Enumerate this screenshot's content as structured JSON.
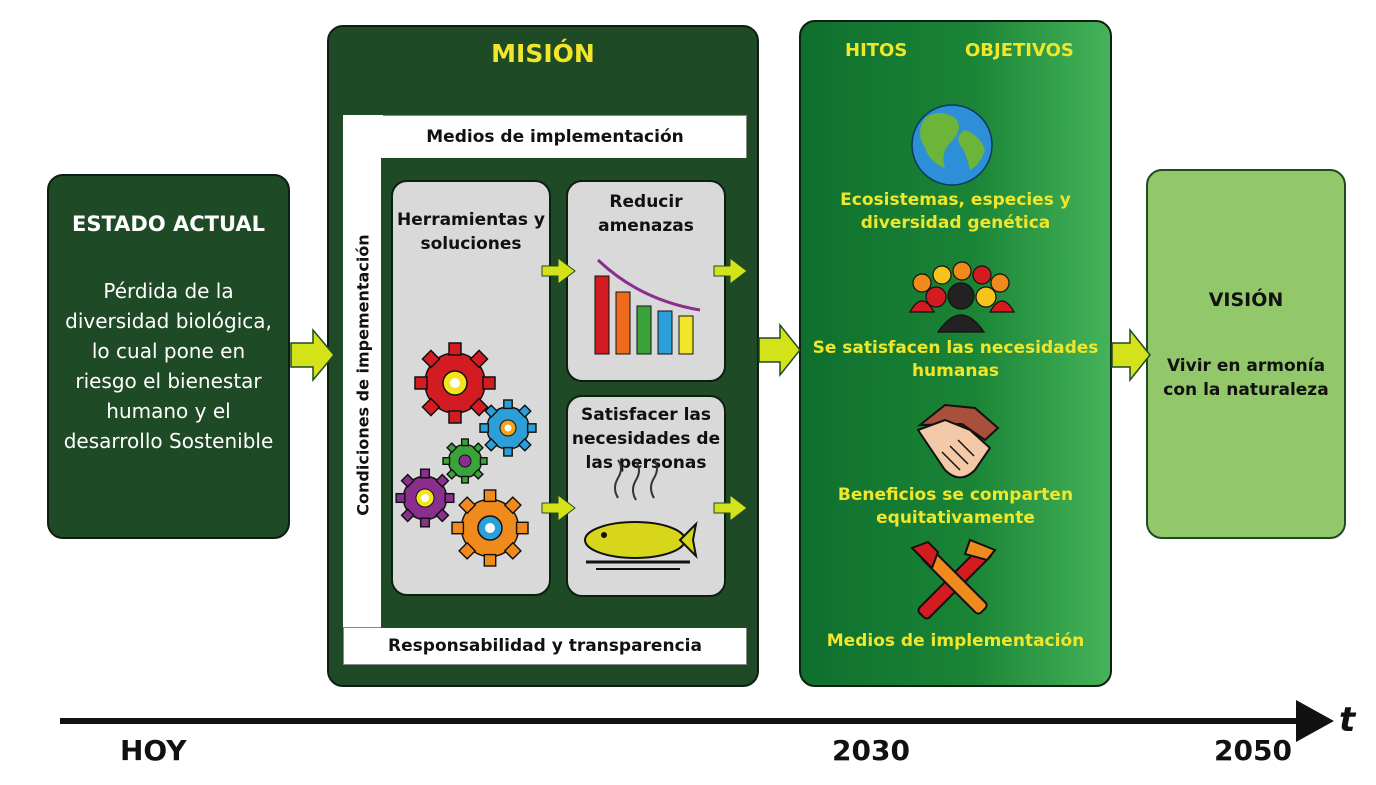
{
  "estado": {
    "title": "ESTADO ACTUAL",
    "body": "Pérdida de la diversidad biológica, lo cual pone en riesgo el bienestar humano y el desarrollo Sostenible"
  },
  "mision": {
    "title": "MISIÓN",
    "top_bar": "Medios de implementación",
    "bottom_bar": "Responsabilidad y transparencia",
    "side_label": "Condiciones de impementación",
    "tools": "Herramientas y soluciones",
    "reduce": "Reducir amenazas",
    "satisfy": "Satisfacer las necesidades de las personas"
  },
  "hitos": {
    "col1": "HITOS",
    "col2": "OBJETIVOS",
    "items": [
      {
        "label": "Ecosistemas, especies y diversidad genética",
        "icon": "globe-icon"
      },
      {
        "label": "Se satisfacen las necesidades humanas",
        "icon": "people-icon"
      },
      {
        "label": "Beneficios se comparten equitativamente",
        "icon": "handshake-icon"
      },
      {
        "label": "Medios de implementación",
        "icon": "tools-icon"
      }
    ]
  },
  "vision": {
    "title": "VISIÓN",
    "body": "Vivir en armonía con la naturaleza"
  },
  "timeline": {
    "hoy": "HOY",
    "y2030": "2030",
    "y2050": "2050",
    "t": "t"
  },
  "colors": {
    "dark_green": "#1f4a26",
    "yellow": "#f0e62a",
    "light_green": "#92c86a",
    "arrow": "#d4e21a"
  }
}
